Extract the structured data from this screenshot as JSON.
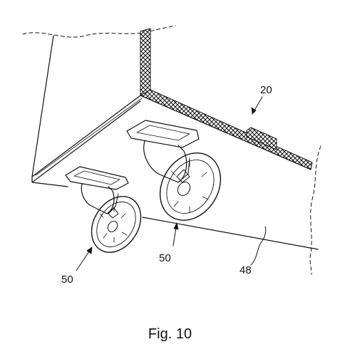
{
  "figure": {
    "caption": "Fig. 10",
    "reference_numerals": {
      "frame": "20",
      "wall": "48",
      "caster_small": "50",
      "caster_large": "50"
    }
  },
  "colors": {
    "line": "#111111",
    "background": "#ffffff"
  }
}
